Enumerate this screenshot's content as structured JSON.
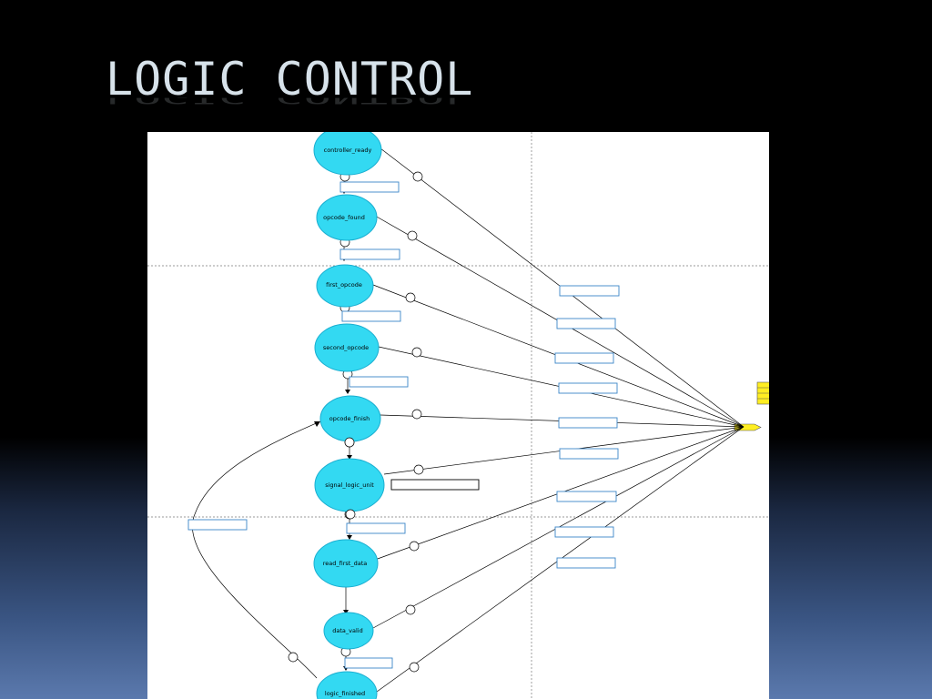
{
  "title": "Logic Control",
  "diagram": {
    "states": [
      {
        "id": "controller_ready",
        "label": "controller_ready"
      },
      {
        "id": "opcode_found",
        "label": "opcode_found"
      },
      {
        "id": "first_opcode",
        "label": "first_opcode"
      },
      {
        "id": "second_opcode",
        "label": "second_opcode"
      },
      {
        "id": "opcode_finish",
        "label": "opcode_finish"
      },
      {
        "id": "signal_logic_unit",
        "label": "signal_logic_unit"
      },
      {
        "id": "read_first_data",
        "label": "read_first_data"
      },
      {
        "id": "data_valid",
        "label": "data_valid"
      },
      {
        "id": "logic_finished",
        "label": "logic_finished"
      }
    ],
    "colors": {
      "state_fill": "#33d9f2",
      "state_stroke": "#1aaed0",
      "label_box_stroke": "#3a86c8",
      "hub_fill": "#ffee22",
      "background": "#ffffff"
    }
  }
}
